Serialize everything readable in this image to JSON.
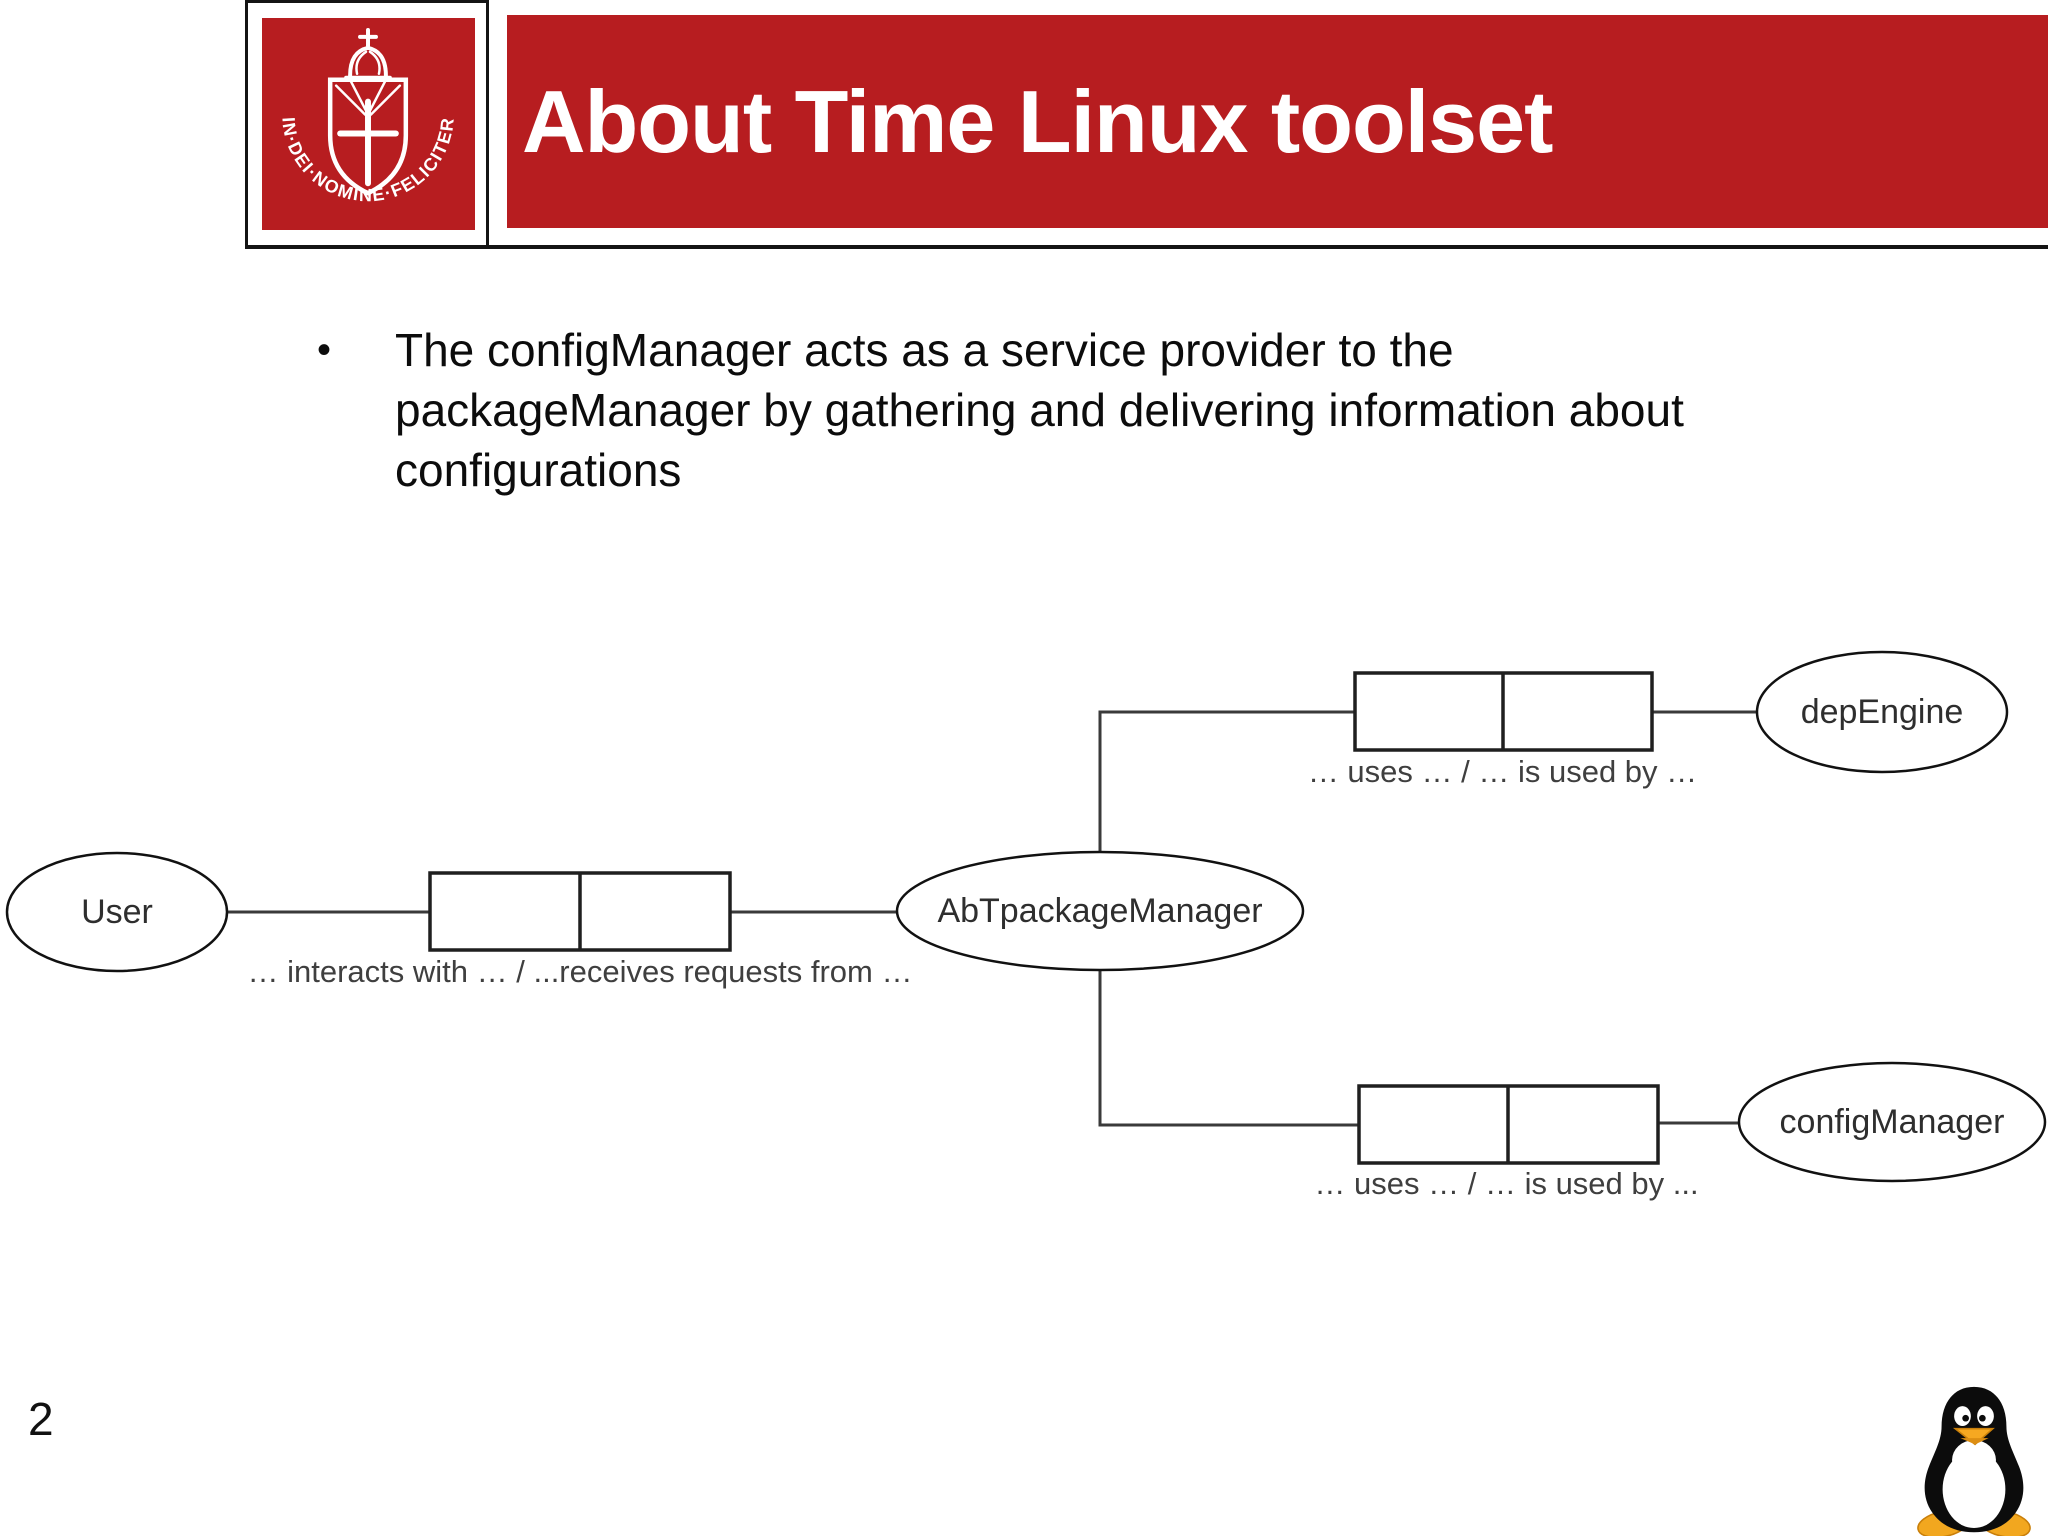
{
  "header": {
    "title": "About Time Linux toolset",
    "logo_motto": "IN·DEI·NOMINE·FELICITER"
  },
  "content": {
    "bullet_marker": "•",
    "bullet_lines": [
      "The configManager acts as a service provider to the",
      "packageManager by gathering and delivering information about",
      "configurations"
    ]
  },
  "diagram": {
    "nodes": {
      "user": "User",
      "package_manager": "AbTpackageManager",
      "dep_engine": "depEngine",
      "config_manager": "configManager"
    },
    "relations": {
      "user_package": "… interacts with … / ...receives requests from …",
      "package_depengine": "… uses … / … is used by …",
      "package_configmanager": "… uses … / … is used by ..."
    }
  },
  "footer": {
    "page_number": "2"
  },
  "icons": {
    "seal": "radboud-university-seal",
    "tux": "linux-tux-penguin-mascot"
  },
  "colors": {
    "brand_red": "#B71D20",
    "diagram_line": "#3a3a3a"
  }
}
